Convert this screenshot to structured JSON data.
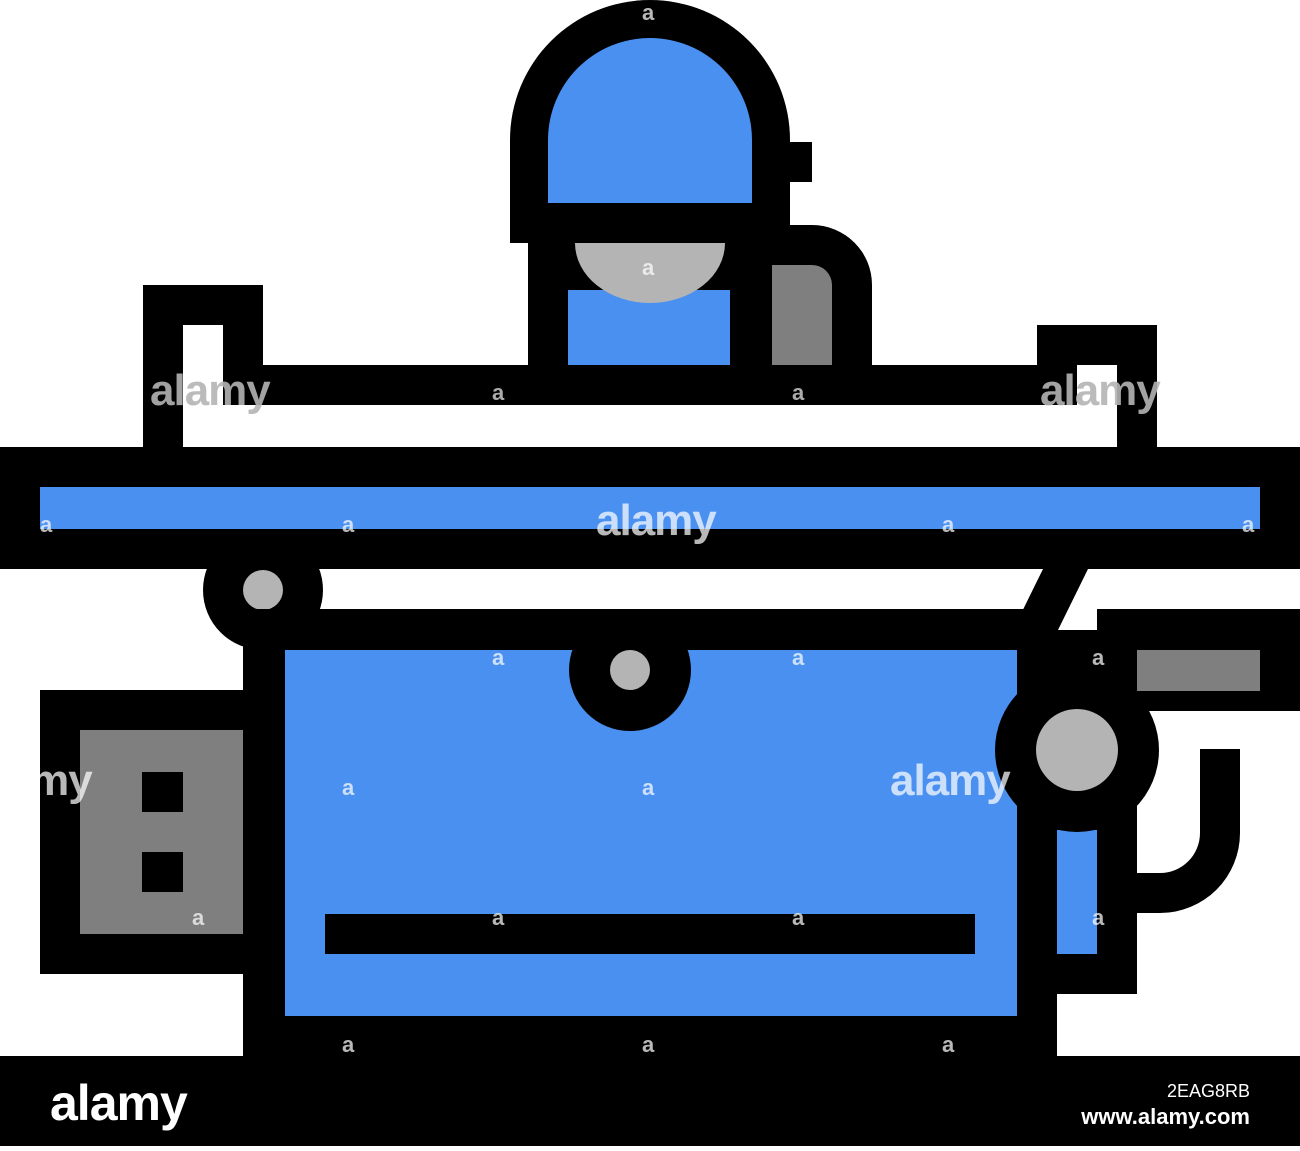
{
  "illustration": {
    "subject": "table-saw-machine-icon",
    "colors": {
      "outline": "#000000",
      "primary_blue": "#4A90F0",
      "dark_gray": "#7F7F7F",
      "light_gray": "#B4B4B4",
      "background": "#FFFFFF"
    }
  },
  "watermark": {
    "brand": "alamy",
    "small_mark": "a"
  },
  "footer": {
    "logo": "alamy",
    "image_id": "2EAG8RB",
    "url": "www.alamy.com"
  }
}
